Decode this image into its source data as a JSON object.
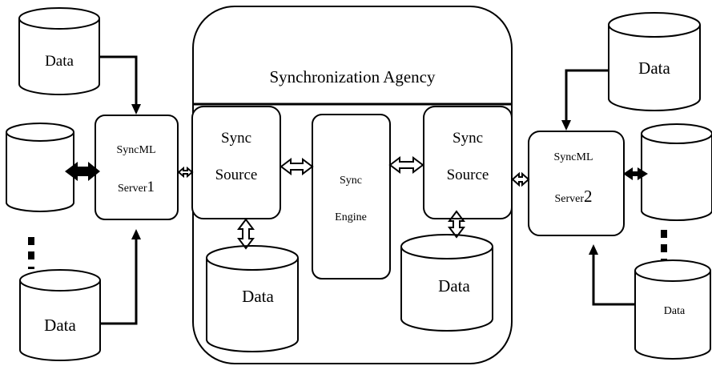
{
  "agency": {
    "title": "Synchronization Agency"
  },
  "left_server": {
    "line1": "SyncML",
    "line2_prefix": "Server",
    "line2_suffix": "1"
  },
  "right_server": {
    "line1": "SyncML",
    "line2_prefix": "Server",
    "line2_suffix": "2"
  },
  "sync_source_left": {
    "line1": "Sync",
    "line2": "Source"
  },
  "sync_source_right": {
    "line1": "Sync",
    "line2": "Source"
  },
  "sync_engine": {
    "line1": "Sync",
    "line2": "Engine"
  },
  "databases": {
    "left_top": "Data",
    "left_middle": "",
    "left_bottom": "Data",
    "center_left": "Data",
    "center_right": "Data",
    "right_top": "Data",
    "right_middle": "",
    "right_bottom": "Data"
  }
}
